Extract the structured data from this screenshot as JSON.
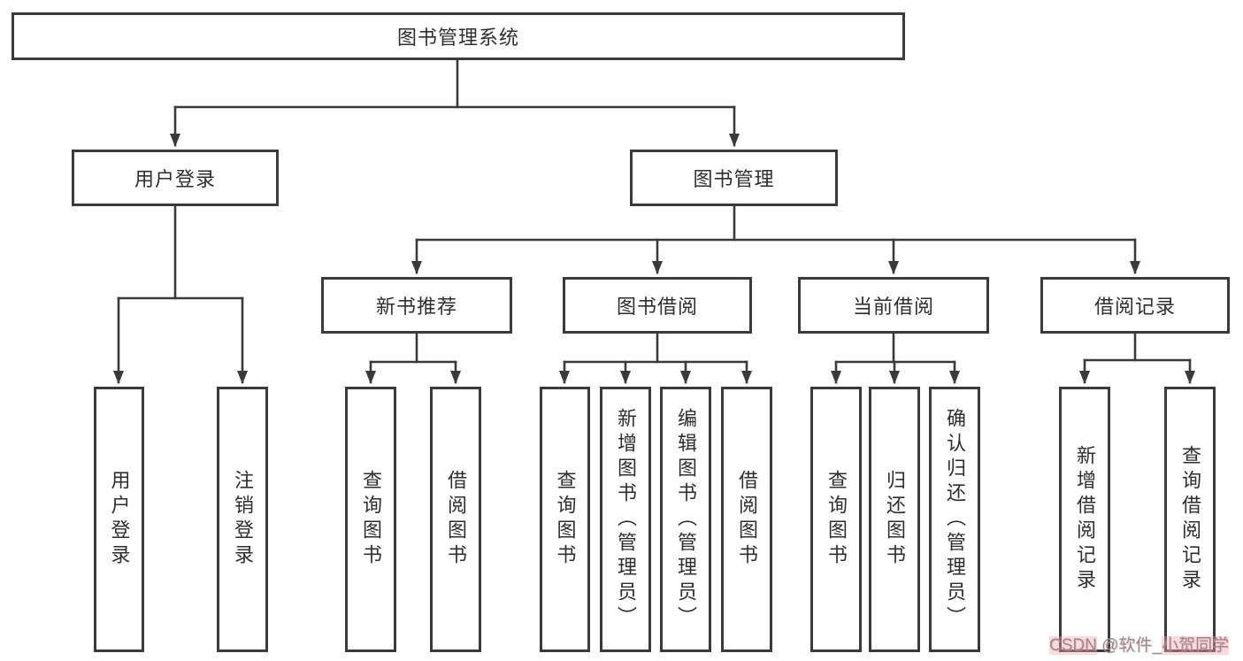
{
  "tree": {
    "root": {
      "label": "图书管理系统"
    },
    "branches": [
      {
        "label": "用户登录",
        "children": [
          {
            "label": "用户登录"
          },
          {
            "label": "注销登录"
          }
        ]
      },
      {
        "label": "图书管理",
        "children": [
          {
            "label": "新书推荐",
            "children": [
              {
                "label": "查询图书"
              },
              {
                "label": "借阅图书"
              }
            ]
          },
          {
            "label": "图书借阅",
            "children": [
              {
                "label": "查询图书"
              },
              {
                "label": "新增图书（管理员）"
              },
              {
                "label": "编辑图书（管理员）"
              },
              {
                "label": "借阅图书"
              }
            ]
          },
          {
            "label": "当前借阅",
            "children": [
              {
                "label": "查询图书"
              },
              {
                "label": "归还图书"
              },
              {
                "label": "确认归还（管理员）"
              }
            ]
          },
          {
            "label": "借阅记录",
            "children": [
              {
                "label": "新增借阅记录"
              },
              {
                "label": "查询借阅记录"
              }
            ]
          }
        ]
      }
    ]
  },
  "watermark": {
    "brand": "CSDN",
    "handle": " @软件_",
    "name": "小贺同学"
  },
  "colors": {
    "line": "#3a3a3a",
    "box_border": "#3a3a3a",
    "text": "#2e2e2e",
    "background": "#ffffff",
    "watermark": "#8e8e8e",
    "watermark_highlight": "#faa0aa"
  }
}
